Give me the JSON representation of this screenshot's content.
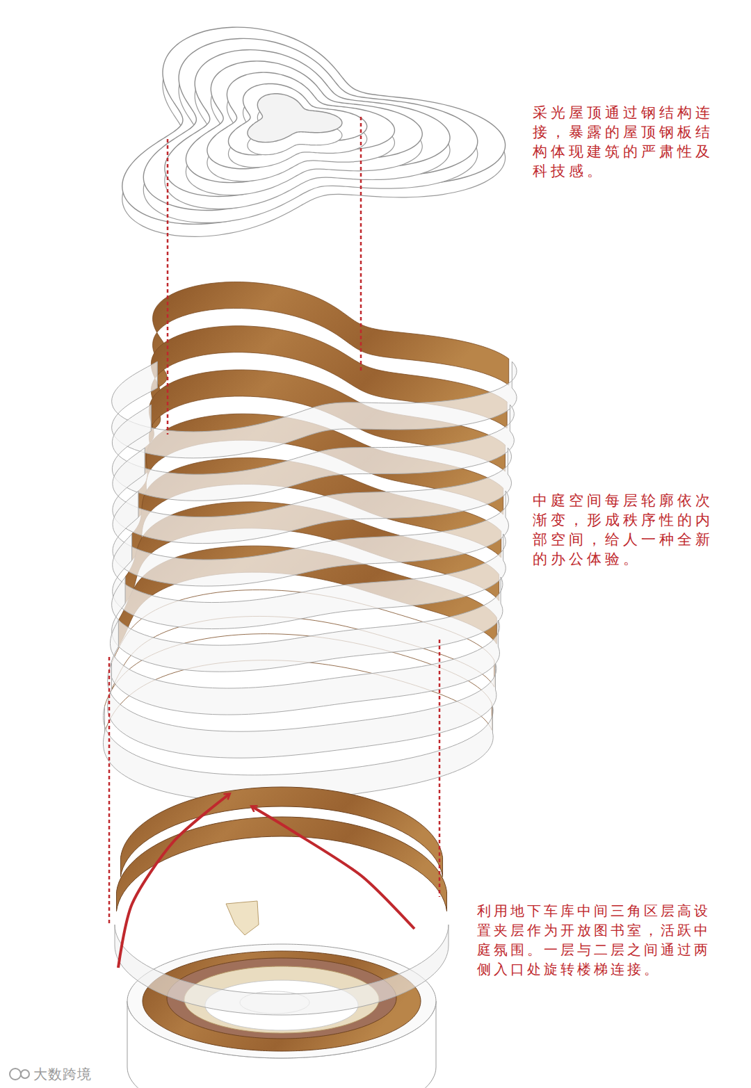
{
  "diagram": {
    "labels": [
      "采光屋顶通过钢结构连接，暴露的屋顶钢板结构体现建筑的严肃性及科技感。",
      "中庭空间每层轮廓依次渐变，形成秩序性的内部空间，给人一种全新的办公体验。",
      "利用地下车库中间三角区层高设置夹层作为开放图书室，活跃中庭氛围。一层与二层之间通过两侧入口处旋转楼梯连接。",
      "大数跨境"
    ]
  }
}
